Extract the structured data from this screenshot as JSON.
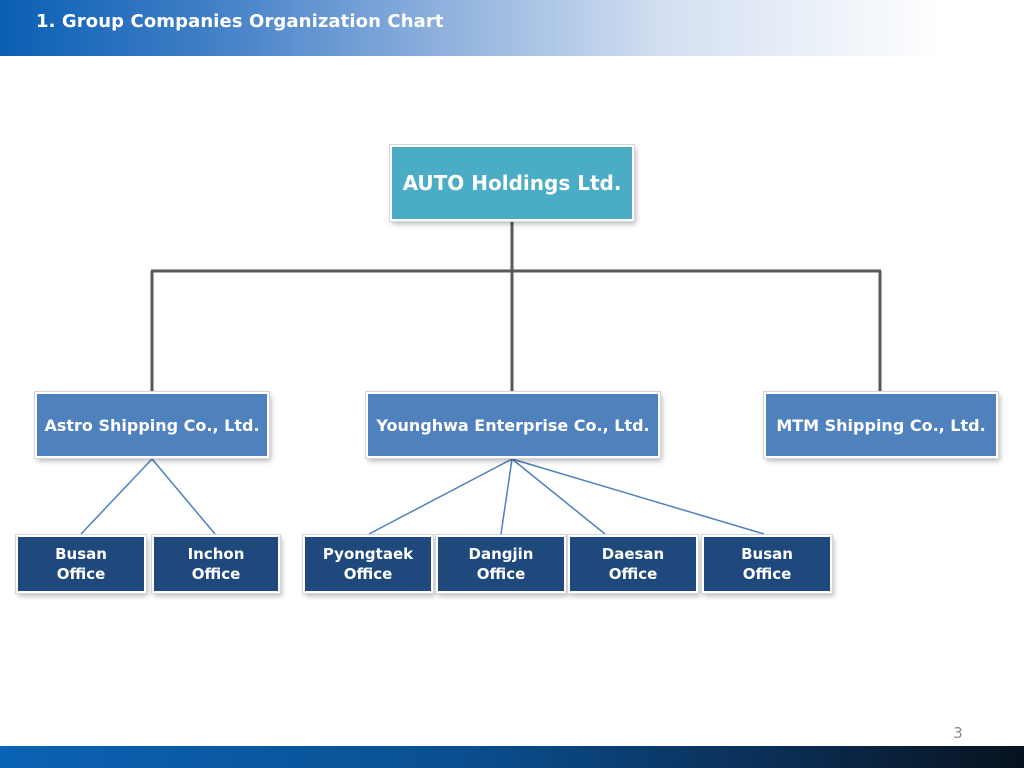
{
  "header": {
    "title": "1. Group Companies Organization Chart"
  },
  "org_chart": {
    "root": {
      "label": "AUTO Holdings Ltd."
    },
    "companies": [
      {
        "label": "Astro Shipping Co., Ltd.",
        "offices": [
          {
            "line1": "Busan",
            "line2": "Office"
          },
          {
            "line1": "Inchon",
            "line2": "Office"
          }
        ]
      },
      {
        "label": "Younghwa Enterprise Co., Ltd.",
        "offices": [
          {
            "line1": "Pyongtaek",
            "line2": "Office"
          },
          {
            "line1": "Dangjin",
            "line2": "Office"
          },
          {
            "line1": "Daesan",
            "line2": "Office"
          },
          {
            "line1": "Busan",
            "line2": "Office"
          }
        ]
      },
      {
        "label": "MTM Shipping Co., Ltd.",
        "offices": []
      }
    ]
  },
  "footer": {
    "page_number": "3"
  },
  "colors": {
    "root_fill": "#4bacc6",
    "company_fill": "#4f81bd",
    "office_fill": "#1f497d",
    "elbow_connector": "#595959",
    "branch_connector": "#4f81bd"
  }
}
